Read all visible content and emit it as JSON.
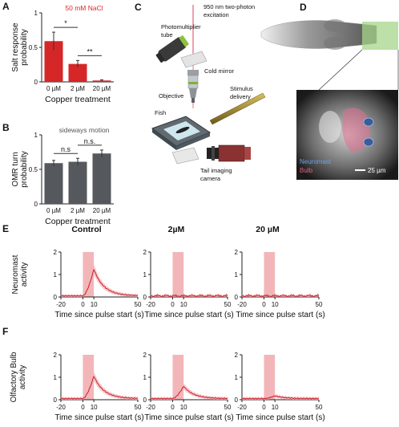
{
  "panels": {
    "A": "A",
    "B": "B",
    "C": "C",
    "D": "D",
    "E": "E",
    "F": "F"
  },
  "chart_data": [
    {
      "type": "bar",
      "panel": "A",
      "title": "50 mM NaCl",
      "title_color": "#d62728",
      "xlabel": "Copper treatment",
      "ylabel": "Salt response probability",
      "categories": [
        "0 µM",
        "2 µM",
        "20 µM"
      ],
      "values": [
        0.59,
        0.26,
        0.02
      ],
      "errors": [
        0.13,
        0.05,
        0.01
      ],
      "ylim": [
        0,
        1
      ],
      "yticks": [
        "0",
        "0.5",
        "1"
      ],
      "bar_color": "#d62728",
      "significance": [
        {
          "from": 0,
          "to": 1,
          "label": "*"
        },
        {
          "from": 1,
          "to": 2,
          "label": "**"
        }
      ]
    },
    {
      "type": "bar",
      "panel": "B",
      "title": "sideways motion",
      "title_color": "#555555",
      "xlabel": "Copper treatment",
      "ylabel": "OMR turn probability",
      "categories": [
        "0 µM",
        "2 µM",
        "20 µM"
      ],
      "values": [
        0.59,
        0.61,
        0.73
      ],
      "errors": [
        0.04,
        0.05,
        0.05
      ],
      "ylim": [
        0,
        1
      ],
      "yticks": [
        "0",
        "0.5",
        "1"
      ],
      "bar_color": "#55585c",
      "significance": [
        {
          "from": 0,
          "to": 1,
          "label": "n.s"
        },
        {
          "from": 1,
          "to": 2,
          "label": "n.s."
        }
      ]
    }
  ],
  "traces": {
    "xlabel": "Time since pulse start (s)",
    "xlim": [
      -20,
      50
    ],
    "xticks": [
      "-20",
      "0",
      "10",
      "50"
    ],
    "ylim": [
      0,
      2
    ],
    "yticks": [
      "0",
      "1",
      "2"
    ],
    "pulse": [
      0,
      10
    ],
    "pulse_color": "#f2b6b9",
    "line_color": "#cc1f2a",
    "band_color": "#f4b4b8",
    "columns": [
      "Control",
      "2µM",
      "20 µM"
    ],
    "rows": [
      {
        "panel": "E",
        "ylabel": "Neuromast activity",
        "peaks": [
          1.18,
          0.0,
          0.0
        ]
      },
      {
        "panel": "F",
        "ylabel": "Olfactory Bulb activity",
        "peaks": [
          1.0,
          0.55,
          0.12
        ]
      }
    ]
  },
  "setup": {
    "pmt": "Photomultiplier tube",
    "laser": "950 nm two-photon excitation",
    "mirror": "Cold mirror",
    "objective": "Objective",
    "stimulus": "Stimulus delivery",
    "fish": "Fish",
    "camera": "Tail imaging camera"
  },
  "brain": {
    "neuromast": "Neuromast",
    "neuromast_color": "#6aa0e6",
    "bulb": "Bulb",
    "bulb_color": "#e0607a",
    "scalebar": "25 µm"
  }
}
